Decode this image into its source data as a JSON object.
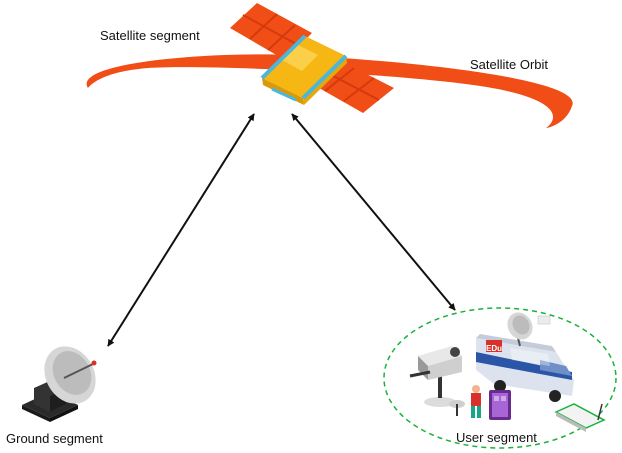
{
  "labels": {
    "satellite_segment": "Satellite segment",
    "satellite_orbit": "Satellite Orbit",
    "ground_segment": "Ground segment",
    "user_segment": "User segment"
  },
  "van_text": "EDu",
  "colors": {
    "orbit": "#f04e16",
    "solar_panel": "#f04e16",
    "satellite_body": "#f6b614",
    "satellite_edge": "#49b7dc",
    "arrow": "#111111",
    "user_boundary": "#19b23b",
    "van_body": "#dde3ee",
    "van_stripe": "#2b56a8",
    "van_accent": "#d8302b"
  }
}
